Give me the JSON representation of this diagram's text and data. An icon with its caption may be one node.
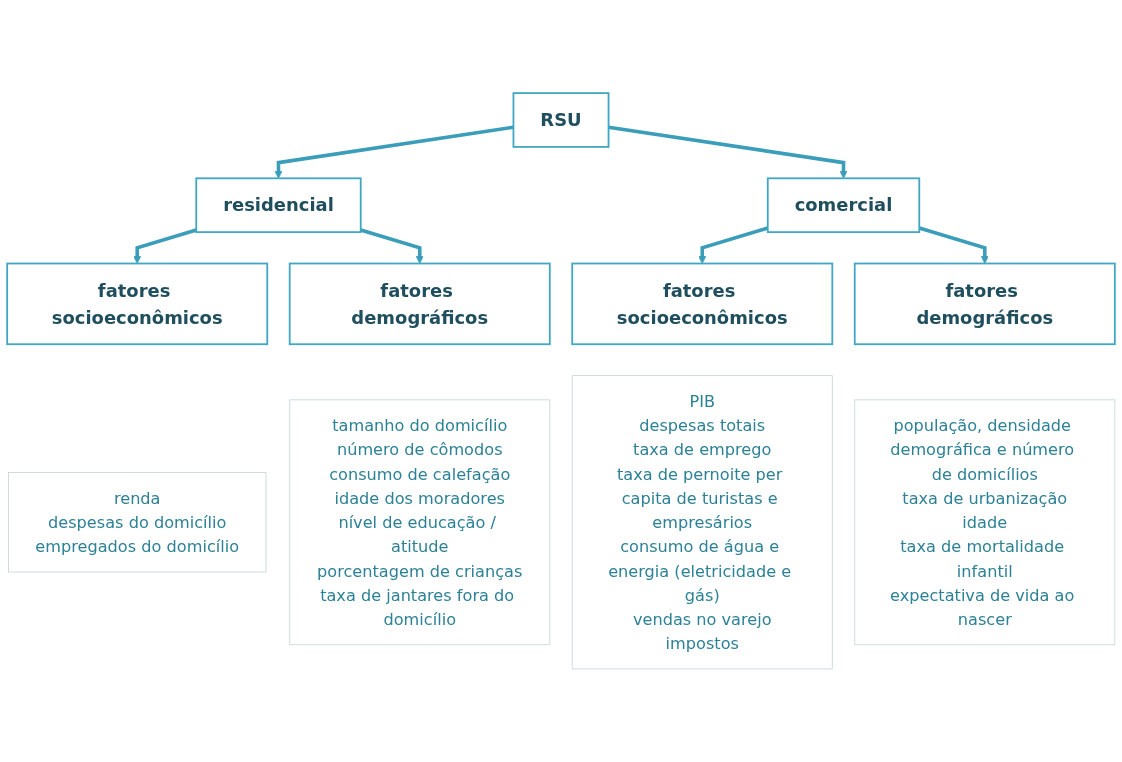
{
  "diagram": {
    "nodes": [
      {
        "text": [
          "RSU"
        ]
      },
      {
        "text": [
          "residencial"
        ]
      },
      {
        "text": [
          "comercial"
        ]
      },
      {
        "text": [
          "fatores socioeconômicos"
        ]
      },
      {
        "text": [
          "fatores demográficos"
        ]
      },
      {
        "text": [
          "fatores socioeconômicos"
        ]
      },
      {
        "text": [
          "fatores demográficos"
        ]
      },
      {
        "text": [
          "renda",
          "despesas do domicílio",
          "empregados do domicílio"
        ]
      },
      {
        "text": [
          "tamanho do domicílio",
          "número de cômodos",
          "consumo de calefação",
          "idade dos moradores",
          "nível de educação / atitude",
          "porcentagem de crianças",
          "taxa de jantares fora do domicílio"
        ]
      },
      {
        "text": [
          "PIB",
          "despesas totais",
          "taxa de emprego",
          "taxa de pernoite per capita de turistas e empresários",
          "consumo de água e energia (eletricidade e gás)",
          "vendas no varejo",
          "impostos"
        ]
      },
      {
        "text": [
          "população, densidade demográfica e número de domicílios",
          "taxa de urbanização",
          "idade",
          "taxa de mortalidade infantil",
          "expectativa de vida ao nascer"
        ]
      }
    ],
    "edges": [
      {
        "from": 0,
        "to": 1,
        "arrow": "to"
      },
      {
        "from": 0,
        "to": 2,
        "arrow": "to"
      },
      {
        "from": 1,
        "to": 3,
        "arrow": "to"
      },
      {
        "from": 1,
        "to": 4,
        "arrow": "to"
      },
      {
        "from": 2,
        "to": 5,
        "arrow": "to"
      },
      {
        "from": 2,
        "to": 6,
        "arrow": "to"
      }
    ]
  }
}
